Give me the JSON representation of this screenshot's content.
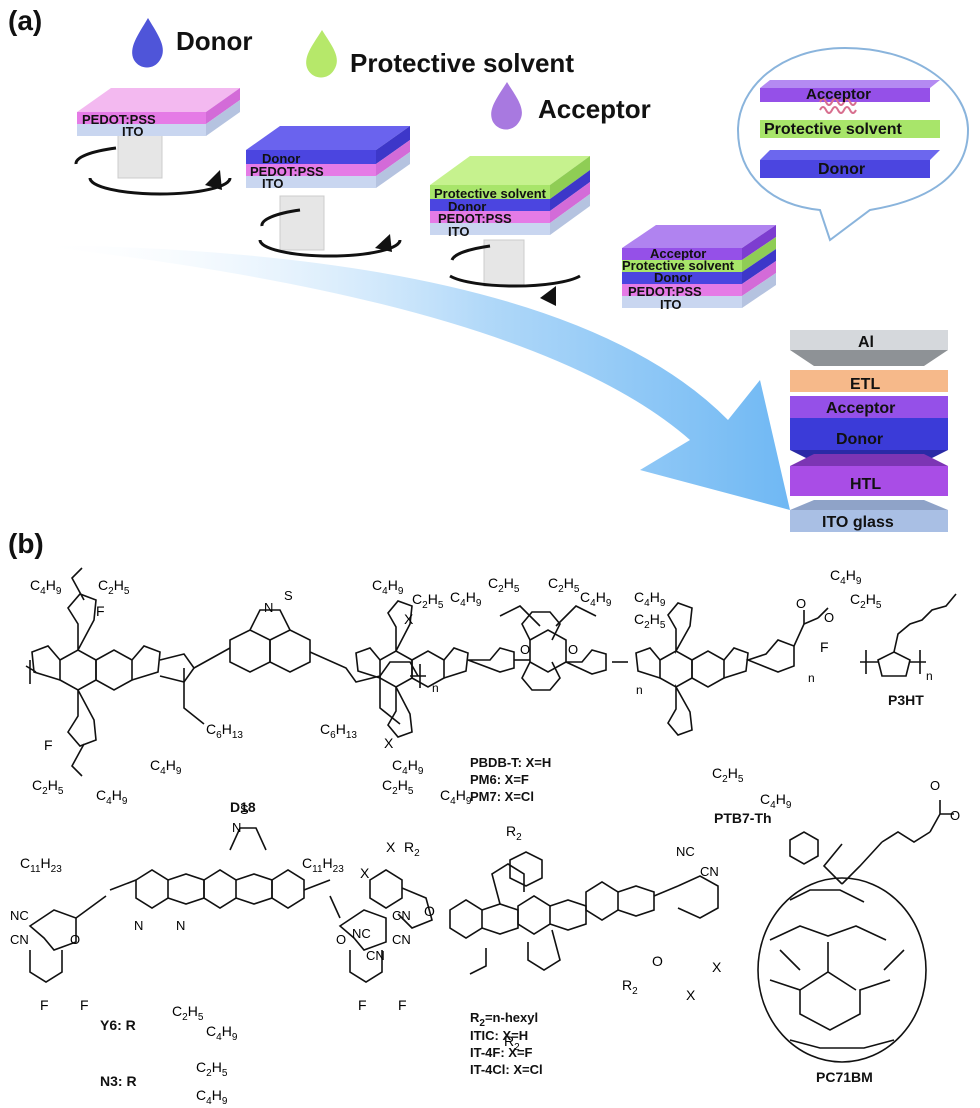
{
  "panel_a": {
    "label": "(a)",
    "drops": {
      "donor": {
        "label": "Donor",
        "color": "#4f55d9"
      },
      "protective": {
        "label": "Protective solvent",
        "color": "#b6e86a"
      },
      "acceptor": {
        "label": "Acceptor",
        "color": "#a879e0"
      }
    },
    "stack1": {
      "top": "PEDOT:PSS",
      "bottom": "ITO"
    },
    "stack2": {
      "l1": "Donor",
      "l2": "PEDOT:PSS",
      "l3": "ITO"
    },
    "stack3": {
      "l1": "Protective solvent",
      "l2": "Donor",
      "l3": "PEDOT:PSS",
      "l4": "ITO"
    },
    "stack4": {
      "l1": "Acceptor",
      "l2": "Protective solvent",
      "l3": "Donor",
      "l4": "PEDOT:PSS",
      "l5": "ITO"
    },
    "bubble": {
      "acceptor": "Acceptor",
      "protective": "Protective solvent",
      "donor": "Donor"
    },
    "device": {
      "al": "Al",
      "etl": "ETL",
      "acceptor": "Acceptor",
      "donor": "Donor",
      "htl": "HTL",
      "ito": "ITO glass"
    },
    "colors": {
      "pedot": "#e57be6",
      "ito": "#c9d6f0",
      "donor": "#4b45e0",
      "protective": "#a8e56a",
      "acceptor": "#9550e8",
      "etl": "#f6b98a",
      "al": "#d5d8dc",
      "htl": "#a94de6",
      "arrow": "#7fc0f4"
    }
  },
  "panel_b": {
    "label": "(b)",
    "molecules": {
      "d18": {
        "name": "D18"
      },
      "pbdb": {
        "l1": "PBDB-T: X=H",
        "l2": "PM6: X=F",
        "l3": "PM7: X=Cl"
      },
      "ptb7": {
        "name": "PTB7-Th"
      },
      "p3ht": {
        "name": "P3HT"
      },
      "y6": {
        "y6": "Y6: R",
        "n3": "N3: R"
      },
      "itic": {
        "r2": "=n-hexyl",
        "l1": "ITIC: X=H",
        "l2": "IT-4F: X=F",
        "l3": "IT-4Cl: X=Cl"
      },
      "pcbm": {
        "name": "PC71BM"
      }
    }
  }
}
